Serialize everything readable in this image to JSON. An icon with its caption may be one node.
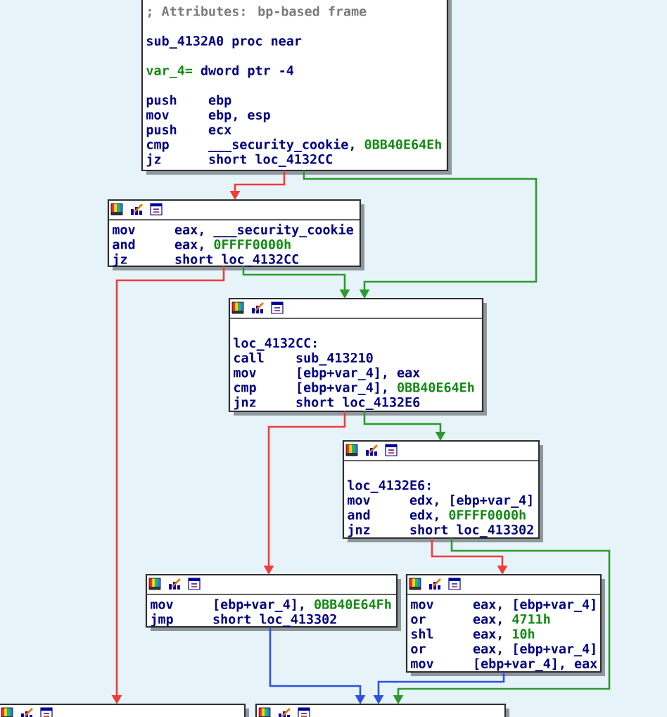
{
  "diagram": {
    "nodes": [
      {
        "text": [
          "; Attributes: bp-based frame",
          "sub_4132A0 proc near",
          "var_4=",
          "dword ptr -4",
          "push",
          "ebp",
          "mov",
          "ebp, esp",
          "push",
          "ecx",
          "cmp",
          "___security_cookie,",
          "0BB40E64Eh",
          "jz",
          "short loc_4132CC"
        ]
      },
      {
        "text": [
          "mov",
          "eax, ___security_cookie",
          "and",
          "eax,",
          "0FFFF0000h",
          "jz",
          "short loc_4132CC"
        ]
      },
      {
        "text": [
          "loc_4132CC:",
          "call",
          "sub_413210",
          "mov",
          "[ebp+var_4], eax",
          "cmp",
          "[ebp+var_4],",
          "0BB40E64Eh",
          "jnz",
          "short loc_4132E6"
        ]
      },
      {
        "text": [
          "loc_4132E6:",
          "mov",
          "edx, [ebp+var_4]",
          "and",
          "edx,",
          "0FFFF0000h",
          "jnz",
          "short loc_413302"
        ]
      },
      {
        "text": [
          "mov",
          "[ebp+var_4],",
          "0BB40E64Fh",
          "jmp",
          "short loc_413302"
        ]
      },
      {
        "text": [
          "mov",
          "eax, [ebp+var_4]",
          "or",
          "eax,",
          "4711h",
          "shl",
          "eax,",
          "10h",
          "or",
          "eax, [ebp+var_4]",
          "mov",
          "[ebp+var_4], eax"
        ]
      },
      {
        "text": [],
        "shape": "box"
      },
      {
        "text": [],
        "shape": "box"
      }
    ],
    "edges": [
      {
        "from": 0,
        "to": 1,
        "arrow": "to",
        "color": "#f03c3c"
      },
      {
        "from": 0,
        "to": 2,
        "arrow": "to",
        "color": "#2e9a2e"
      },
      {
        "from": 1,
        "to": 6,
        "arrow": "to",
        "color": "#f03c3c"
      },
      {
        "from": 1,
        "to": 2,
        "arrow": "to",
        "color": "#2e9a2e"
      },
      {
        "from": 2,
        "to": 4,
        "arrow": "to",
        "color": "#f03c3c"
      },
      {
        "from": 2,
        "to": 3,
        "arrow": "to",
        "color": "#2e9a2e"
      },
      {
        "from": 3,
        "to": 5,
        "arrow": "to",
        "color": "#f03c3c"
      },
      {
        "from": 3,
        "to": 7,
        "arrow": "to",
        "color": "#2e9a2e"
      },
      {
        "from": 4,
        "to": 7,
        "arrow": "to",
        "color": "#3050e0"
      },
      {
        "from": 5,
        "to": 7,
        "arrow": "to",
        "color": "#3050e0"
      }
    ]
  }
}
